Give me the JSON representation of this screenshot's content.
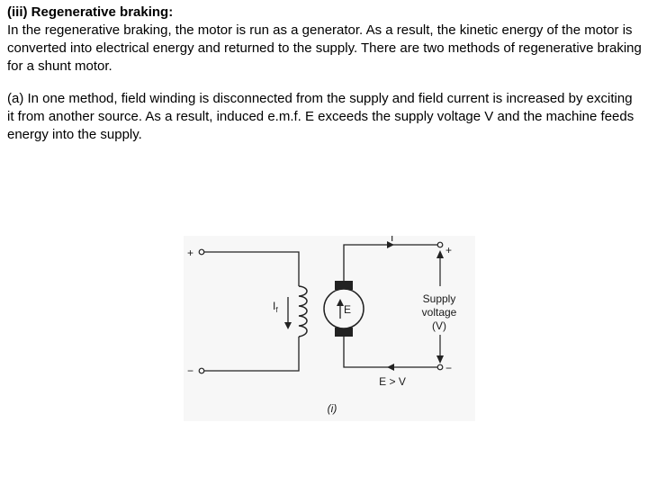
{
  "section": {
    "heading": "(iii) Regenerative braking:",
    "paragraph1": "In the regenerative braking, the motor is run as a generator. As a result, the kinetic energy of the motor is converted into electrical energy and returned to the supply. There are two methods of regenerative braking for a shunt motor.",
    "paragraph2": "(a) In one method, field winding is disconnected from the supply and field current is increased by exciting it from another source. As a result, induced e.m.f. E exceeds the supply voltage V and the machine feeds energy into the supply."
  },
  "figure": {
    "left_plus": "+",
    "left_minus": "−",
    "right_plus": "+",
    "right_minus": "−",
    "current_label": "I",
    "field_current_label": "I",
    "field_current_sub": "f",
    "emf_label": "E",
    "supply_label_line1": "Supply",
    "supply_label_line2": "voltage",
    "supply_label_line3": "(V)",
    "condition_label": "E > V",
    "caption": "(i)"
  }
}
